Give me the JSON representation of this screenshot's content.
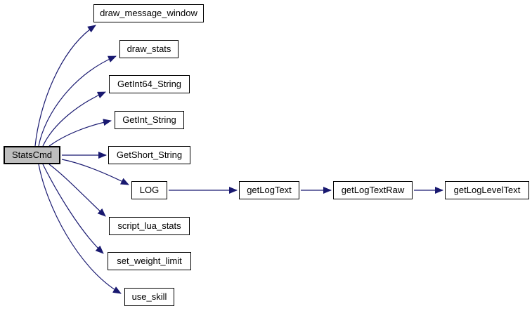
{
  "diagram": {
    "type": "call-graph",
    "colors": {
      "edge": "#191970",
      "root_fill": "#bebebe",
      "node_fill": "#ffffff",
      "node_border": "#000000",
      "text": "#000000",
      "background": "#ffffff"
    },
    "nodes": {
      "statscmd": {
        "label": "StatsCmd"
      },
      "draw_message_window": {
        "label": "draw_message_window"
      },
      "draw_stats": {
        "label": "draw_stats"
      },
      "getint64_string": {
        "label": "GetInt64_String"
      },
      "getint_string": {
        "label": "GetInt_String"
      },
      "getshort_string": {
        "label": "GetShort_String"
      },
      "log": {
        "label": "LOG"
      },
      "script_lua_stats": {
        "label": "script_lua_stats"
      },
      "set_weight_limit": {
        "label": "set_weight_limit"
      },
      "use_skill": {
        "label": "use_skill"
      },
      "getlogtext": {
        "label": "getLogText"
      },
      "getlogtextraw": {
        "label": "getLogTextRaw"
      },
      "getlogleveltext": {
        "label": "getLogLevelText"
      }
    },
    "edges": [
      {
        "from": "StatsCmd",
        "to": "draw_message_window"
      },
      {
        "from": "StatsCmd",
        "to": "draw_stats"
      },
      {
        "from": "StatsCmd",
        "to": "GetInt64_String"
      },
      {
        "from": "StatsCmd",
        "to": "GetInt_String"
      },
      {
        "from": "StatsCmd",
        "to": "GetShort_String"
      },
      {
        "from": "StatsCmd",
        "to": "LOG"
      },
      {
        "from": "StatsCmd",
        "to": "script_lua_stats"
      },
      {
        "from": "StatsCmd",
        "to": "set_weight_limit"
      },
      {
        "from": "StatsCmd",
        "to": "use_skill"
      },
      {
        "from": "LOG",
        "to": "getLogText"
      },
      {
        "from": "getLogText",
        "to": "getLogTextRaw"
      },
      {
        "from": "getLogTextRaw",
        "to": "getLogLevelText"
      }
    ]
  }
}
